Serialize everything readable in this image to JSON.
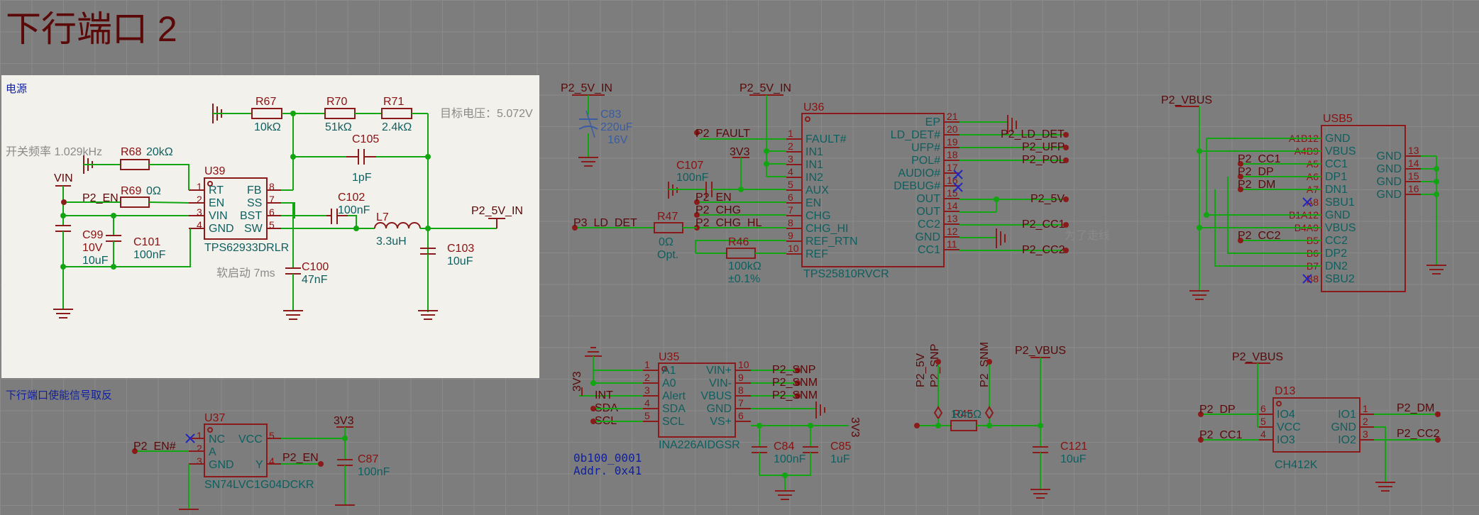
{
  "title": "下行端口 2",
  "power_section": {
    "label": "电源",
    "note_voltage": "目标电压：5.072V",
    "note_freq": "开关频率 1.029kHz",
    "note_softstart": "软启动 7ms"
  },
  "enable_section_label": "下行端口使能信号取反",
  "note_routing": "为了走线",
  "i2c_address": {
    "bin": "0b100_0001",
    "addr": "Addr. 0x41"
  },
  "components": {
    "r67": {
      "ref": "R67",
      "val": "10kΩ"
    },
    "r70": {
      "ref": "R70",
      "val": "51kΩ"
    },
    "r71": {
      "ref": "R71",
      "val": "2.4kΩ"
    },
    "r68": {
      "ref": "R68",
      "val": "20kΩ"
    },
    "r69": {
      "ref": "R69",
      "val": "0Ω"
    },
    "c105": {
      "ref": "C105",
      "val": "1pF"
    },
    "c102": {
      "ref": "C102",
      "val": "100nF"
    },
    "l7": {
      "ref": "L7",
      "val": "3.3uH"
    },
    "c99": {
      "ref": "C99",
      "val1": "10V",
      "val2": "10uF"
    },
    "c101": {
      "ref": "C101",
      "val": "100nF"
    },
    "c100": {
      "ref": "C100",
      "val": "47nF"
    },
    "c103": {
      "ref": "C103",
      "val": "10uF"
    },
    "u39": {
      "ref": "U39",
      "part": "TPS62933DRLR",
      "pins_left": [
        "RT",
        "EN",
        "VIN",
        "GND"
      ],
      "pins_right": [
        "FB",
        "SS",
        "BST",
        "SW"
      ],
      "nums_left": [
        "1",
        "2",
        "3",
        "4"
      ],
      "nums_right": [
        "8",
        "7",
        "6",
        "5"
      ]
    },
    "c83": {
      "ref": "C83",
      "val1": "220uF",
      "val2": "16V"
    },
    "u36": {
      "ref": "U36",
      "part": "TPS25810RVCR",
      "pins_left": [
        "FAULT#",
        "IN1",
        "IN1",
        "IN2",
        "AUX",
        "EN",
        "CHG",
        "CHG_HI",
        "REF_RTN",
        "REF"
      ],
      "nums_left": [
        "1",
        "2",
        "3",
        "4",
        "5",
        "6",
        "7",
        "8",
        "9",
        "10"
      ],
      "pins_right": [
        "EP",
        "LD_DET#",
        "UFP#",
        "POL#",
        "AUDIO#",
        "DEBUG#",
        "OUT",
        "OUT",
        "CC2",
        "GND",
        "CC1"
      ],
      "nums_right": [
        "21",
        "20",
        "19",
        "18",
        "17",
        "16",
        "15",
        "14",
        "13",
        "12",
        "11"
      ]
    },
    "c107": {
      "ref": "C107",
      "val": "100nF"
    },
    "r47": {
      "ref": "R47",
      "val1": "0Ω",
      "val2": "Opt."
    },
    "r46": {
      "ref": "R46",
      "val1": "100kΩ",
      "val2": "±0.1%"
    },
    "usb5": {
      "ref": "USB5",
      "pins_left": [
        "GND",
        "VBUS",
        "CC1",
        "DP1",
        "DN1",
        "SBU1",
        "GND",
        "VBUS",
        "CC2",
        "DP2",
        "DN2",
        "SBU2"
      ],
      "nums_left": [
        "A1B12",
        "A4B9",
        "A5",
        "A6",
        "A7",
        "A8",
        "B1A12",
        "B4A9",
        "B5",
        "B6",
        "B7",
        "B8"
      ],
      "pins_right": [
        "GND",
        "GND",
        "GND",
        "GND"
      ],
      "nums_right": [
        "13",
        "14",
        "15",
        "16"
      ]
    },
    "u35": {
      "ref": "U35",
      "part": "INA226AIDGSR",
      "pins_left": [
        "A1",
        "A0",
        "Alert",
        "SDA",
        "SCL"
      ],
      "nums_left": [
        "1",
        "2",
        "3",
        "4",
        "5"
      ],
      "pins_right": [
        "VIN+",
        "VIN-",
        "VBUS",
        "GND",
        "VS+"
      ],
      "nums_right": [
        "10",
        "9",
        "8",
        "7",
        "6"
      ]
    },
    "c84": {
      "ref": "C84",
      "val": "100nF"
    },
    "c85": {
      "ref": "C85",
      "val": "1uF"
    },
    "r45": {
      "ref": "R45",
      "val": "10mΩ"
    },
    "c121": {
      "ref": "C121",
      "val": "10uF"
    },
    "u37": {
      "ref": "U37",
      "part": "SN74LVC1G04DCKR",
      "pins_left": [
        "NC",
        "A",
        "GND"
      ],
      "nums_left": [
        "1",
        "2",
        "3"
      ],
      "pins_right": [
        "VCC",
        "Y"
      ],
      "nums_right": [
        "5",
        "4"
      ]
    },
    "c87": {
      "ref": "C87",
      "val": "100nF"
    },
    "d13": {
      "ref": "D13",
      "part": "CH412K",
      "pins_left": [
        "IO4",
        "VCC",
        "IO3"
      ],
      "nums_left": [
        "6",
        "5",
        "4"
      ],
      "pins_right": [
        "IO1",
        "GND",
        "IO2"
      ],
      "nums_right": [
        "1",
        "2",
        "3"
      ]
    }
  },
  "nets": {
    "vin": "VIN",
    "p2_en": "P2_EN",
    "p2_5v_in": "P2_5V_IN",
    "p2_fault": "P2_FAULT",
    "v3v3": "3V3",
    "p2_chg": "P2_CHG",
    "p2_chg_hl": "P2_CHG_HL",
    "p3_ld_det": "P3_LD_DET",
    "p2_ld_det": "P2_LD_DET",
    "p2_ufp": "P2_UFP",
    "p2_pol": "P2_POL",
    "p2_5v": "P2_5V",
    "p2_cc1": "P2_CC1",
    "p2_cc2": "P2_CC2",
    "p2_vbus": "P2_VBUS",
    "p2_dp": "P2_DP",
    "p2_dm": "P2_DM",
    "p2_snp": "P2_SNP",
    "p2_snm": "P2_SNM",
    "int": "INT",
    "sda": "SDA",
    "scl": "SCL",
    "p2_en_n": "P2_EN#"
  },
  "colors": {
    "wire": "#11a511",
    "component": "#8b1a1a",
    "pin_name": "#0e5f5f",
    "background": "#7d7d7d",
    "panel": "#f3f1ec",
    "note_blue": "#0f1fa0"
  }
}
